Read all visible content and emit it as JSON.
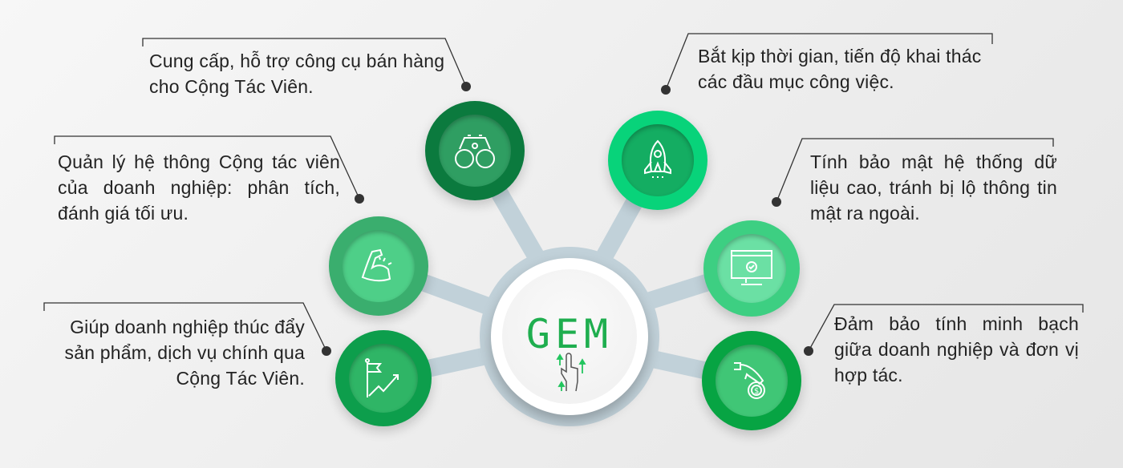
{
  "logo_text": "GEM",
  "colors": {
    "accent": "#1fae4f",
    "ring": "#c1d1d9"
  },
  "items": [
    {
      "text": "Cung cấp, hỗ trợ công cụ bán hàng cho Cộng Tác Viên.",
      "icon": "binoculars-icon"
    },
    {
      "text": "Quản lý hệ thông Cộng tác viên của doanh nghiệp: phân tích, đánh giá tối ưu.",
      "icon": "muscle-icon"
    },
    {
      "text": "Giúp doanh nghiệp thúc đẩy sản phẩm, dịch vụ chính qua Cộng Tác Viên.",
      "icon": "flag-growth-icon"
    },
    {
      "text": "Bắt kịp thời gian, tiến độ khai thác các đầu mục công việc.",
      "icon": "rocket-icon"
    },
    {
      "text": "Tính bảo mật hệ thống dữ liệu cao, tránh bị lộ thông tin mật ra ngoài.",
      "icon": "monitor-check-icon"
    },
    {
      "text": "Đảm bảo tính minh bạch giữa doanh nghiệp và đơn vị hợp tác.",
      "icon": "hand-coin-icon"
    }
  ]
}
